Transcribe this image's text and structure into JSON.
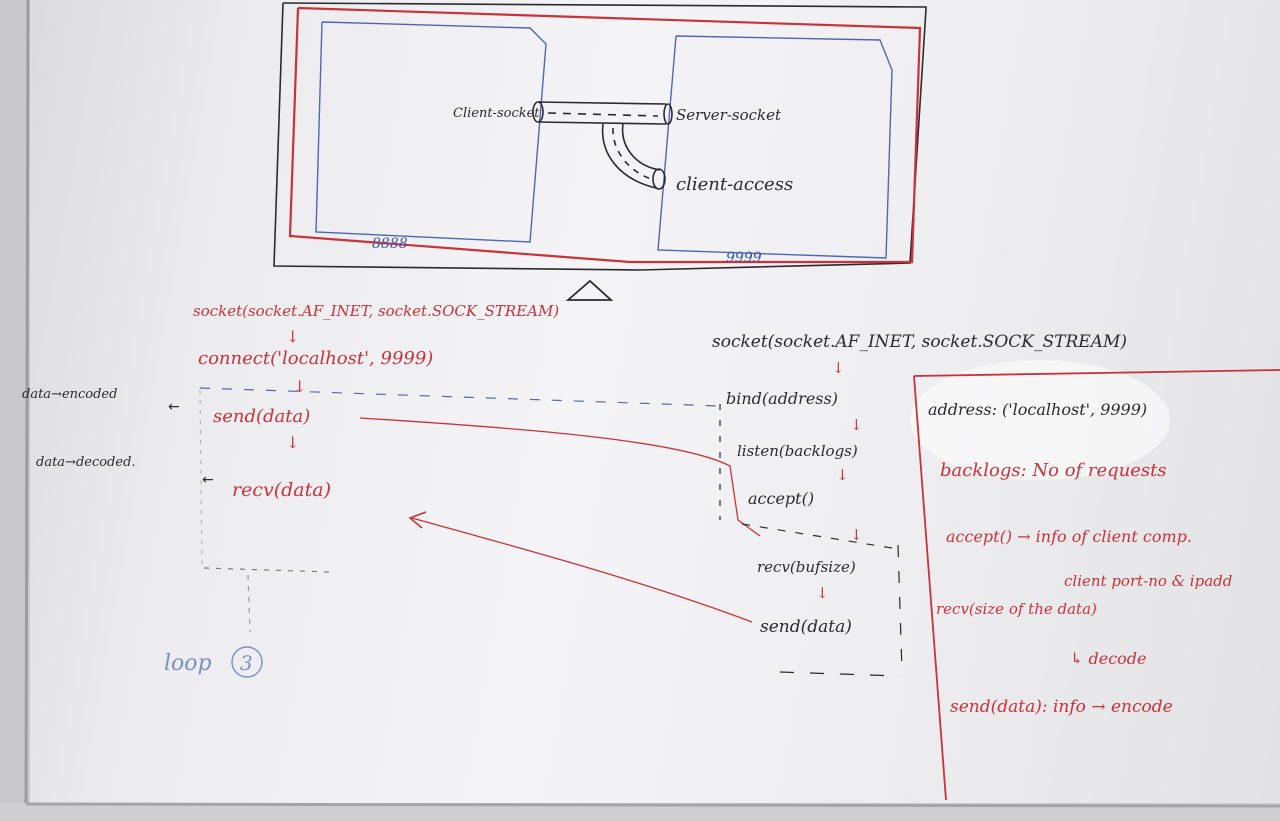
{
  "diagram": {
    "left_port": "8888",
    "right_port": "9999",
    "client_socket_label": "Client-socket",
    "server_socket_label": "Server-socket",
    "client_access_label": "client-access"
  },
  "client_flow": {
    "socket_call": "socket(socket.AF_INET, socket.SOCK_STREAM)",
    "connect_call": "connect('localhost', 9999)",
    "send_call": "send(data)",
    "recv_call": "recv(data)",
    "encoded_note": "data→encoded",
    "decoded_note": "data→decoded.",
    "loop_label": "loop",
    "loop_number": "3"
  },
  "server_flow": {
    "socket_call": "socket(socket.AF_INET, socket.SOCK_STREAM)",
    "bind_call": "bind(address)",
    "listen_call": "listen(backlogs)",
    "accept_call": "accept()",
    "recv_call": "recv(bufsize)",
    "send_call": "send(data)"
  },
  "notes": {
    "address": "address: ('localhost', 9999)",
    "backlogs": "backlogs: No of requests",
    "accept_line1": "accept() → info of client comp.",
    "accept_line2": "client port-no & ipadd",
    "recv_line1": "recv(size of the data)",
    "recv_line2": "↳ decode",
    "send": "send(data): info → encode"
  },
  "colors": {
    "marker_red": "#c8323a",
    "marker_black": "#2a2a30",
    "marker_blue": "#3d56a6",
    "board": "#f0f0f2"
  }
}
